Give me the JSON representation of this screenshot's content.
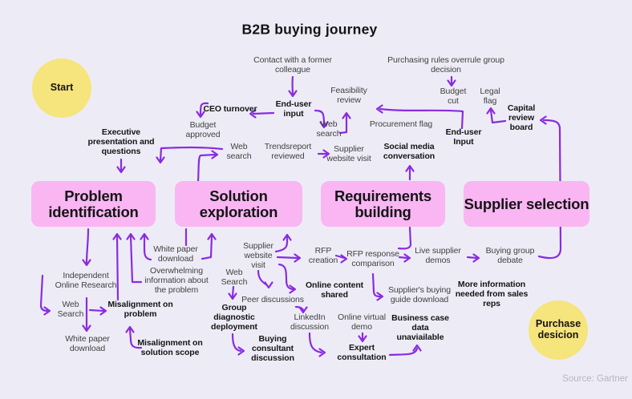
{
  "title": "B2B buying journey",
  "source": "Source: Gartner",
  "colors": {
    "background": "#EDECF6",
    "stage_box": "#F9B6F3",
    "arrow": "#8A2BE2",
    "terminal": "#F6E47C",
    "text_bold": "#141414",
    "text_regular": "#414141",
    "source_text": "#B6B4C4"
  },
  "terminals": {
    "start": "Start",
    "end": "Purchase desicion"
  },
  "stages": [
    {
      "label": "Problem identification"
    },
    {
      "label": "Solution exploration"
    },
    {
      "label": "Requirements building"
    },
    {
      "label": "Supplier selection"
    }
  ],
  "labels": [
    {
      "text": "Contact with a former colleague",
      "bold": false
    },
    {
      "text": "CEO turnover",
      "bold": true
    },
    {
      "text": "End-user input",
      "bold": true
    },
    {
      "text": "Budget approved",
      "bold": false
    },
    {
      "text": "Executive presentation and questions",
      "bold": true
    },
    {
      "text": "Web search",
      "bold": false
    },
    {
      "text": "Trendsreport reviewed",
      "bold": false
    },
    {
      "text": "Web search",
      "bold": false
    },
    {
      "text": "Feasibility review",
      "bold": false
    },
    {
      "text": "Supplier website visit",
      "bold": false
    },
    {
      "text": "Social media conversation",
      "bold": true
    },
    {
      "text": "Procurement flag",
      "bold": false
    },
    {
      "text": "Purchasing rules overrule group decision",
      "bold": false
    },
    {
      "text": "Budget cut",
      "bold": false
    },
    {
      "text": "Legal flag",
      "bold": false
    },
    {
      "text": "Capital review board",
      "bold": true
    },
    {
      "text": "End-user Input",
      "bold": true
    },
    {
      "text": "White paper download",
      "bold": false
    },
    {
      "text": "Independent Online Research",
      "bold": false
    },
    {
      "text": "Web Search",
      "bold": false
    },
    {
      "text": "White paper download",
      "bold": false
    },
    {
      "text": "Misalignment on problem",
      "bold": true
    },
    {
      "text": "Misalignment on solution scope",
      "bold": true
    },
    {
      "text": "Overwhelming information about the problem",
      "bold": false
    },
    {
      "text": "Web Search",
      "bold": false
    },
    {
      "text": "Group diagnostic deployment",
      "bold": true
    },
    {
      "text": "Supplier website visit",
      "bold": false
    },
    {
      "text": "Peer discussions",
      "bold": false
    },
    {
      "text": "LinkedIn discussion",
      "bold": false
    },
    {
      "text": "Buying consultant discussion",
      "bold": true
    },
    {
      "text": "RFP creation",
      "bold": false
    },
    {
      "text": "RFP response comparison",
      "bold": false
    },
    {
      "text": "Live supplier demos",
      "bold": false
    },
    {
      "text": "Buying group debate",
      "bold": false
    },
    {
      "text": "Online content shared",
      "bold": true
    },
    {
      "text": "Supplier's buying guide download",
      "bold": false
    },
    {
      "text": "More information needed from sales reps",
      "bold": true
    },
    {
      "text": "Online virtual demo",
      "bold": false
    },
    {
      "text": "Business case data unaviailable",
      "bold": true
    },
    {
      "text": "Expert consultation",
      "bold": true
    }
  ]
}
